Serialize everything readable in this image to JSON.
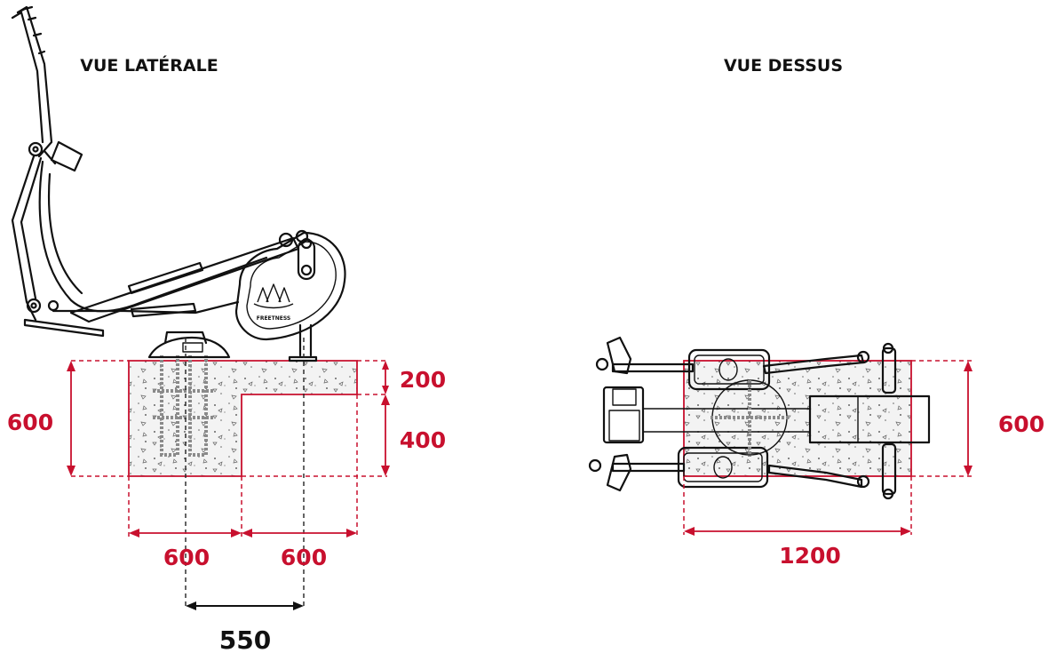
{
  "views": {
    "side_title": "VUE LATÉRALE",
    "top_title": "VUE DESSUS"
  },
  "dimensions": {
    "side_height_total": "600",
    "side_height_upper": "200",
    "side_height_lower": "400",
    "side_width_left": "600",
    "side_width_right": "600",
    "side_anchor_spacing": "550",
    "top_height": "600",
    "top_width": "1200"
  },
  "logo": {
    "text": "FREETNESS"
  },
  "colors": {
    "dimension_red": "#c8102e",
    "line_black": "#111111",
    "concrete": "#f2f2f2"
  }
}
